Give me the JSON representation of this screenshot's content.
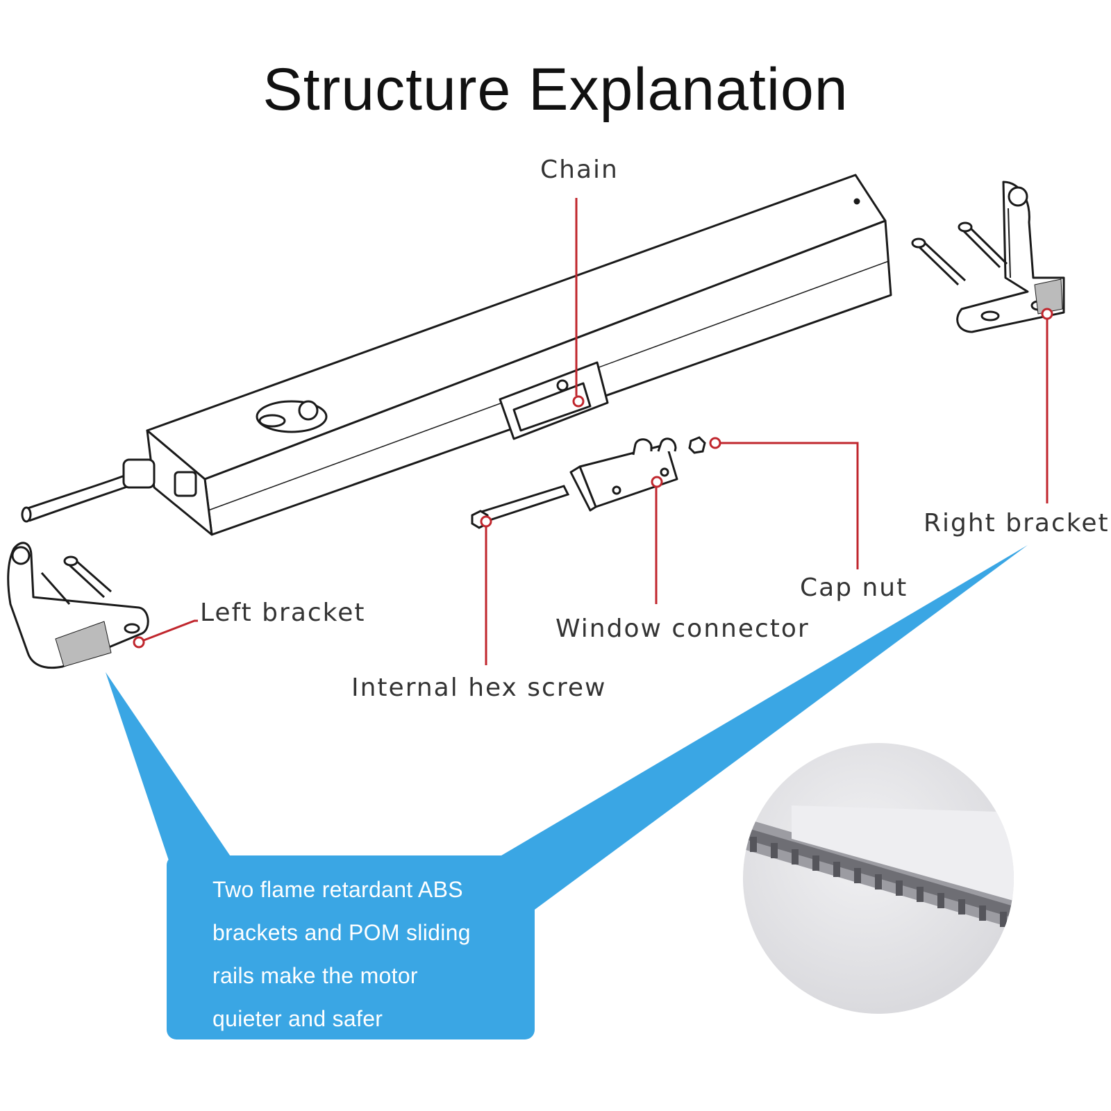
{
  "title": "Structure Explanation",
  "labels": {
    "chain": "Chain",
    "right_bracket": "Right bracket",
    "left_bracket": "Left bracket",
    "cap_nut": "Cap nut",
    "window_connector": "Window connector",
    "internal_hex_screw": "Internal hex screw"
  },
  "callout": {
    "lines": [
      "Two flame retardant ABS",
      "brackets and POM sliding",
      "rails make the motor",
      "quieter and safer"
    ]
  },
  "colors": {
    "leader_line": "#c0262d",
    "callout_bg": "#3aa6e4",
    "outline": "#1a1a1a"
  }
}
